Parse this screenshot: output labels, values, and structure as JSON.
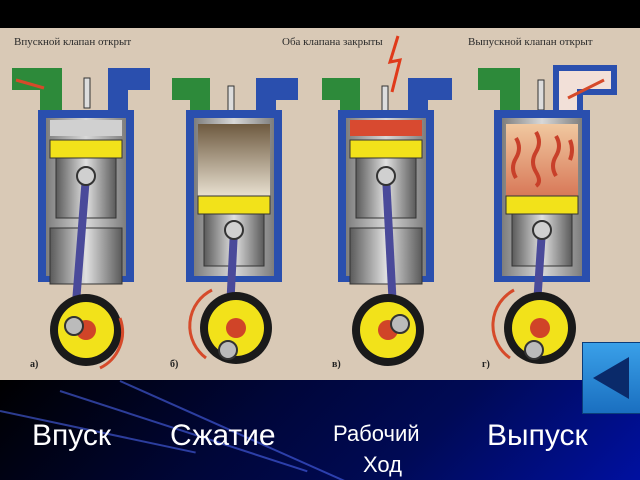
{
  "headers": {
    "intake_valve": "Впускной клапан открыт",
    "both_valves": "Оба клапана закрыты",
    "exhaust_valve": "Выпускной клапан открыт"
  },
  "sublabels": [
    "а)",
    "б)",
    "в)",
    "г)"
  ],
  "strokes": {
    "intake": "Впуск",
    "compression": "Сжатие",
    "power_line1": "Рабочий",
    "power_line2": "Ход",
    "exhaust": "Выпуск"
  },
  "nav": {
    "back_icon": "triangle-left-icon"
  },
  "colors": {
    "figure_bg": "#d9c9b6",
    "cylinder_blue": "#2a4fae",
    "intake_green": "#2d8a3a",
    "exhaust_blue": "#4a8ed0",
    "piston_yellow": "#f2e21a",
    "rod_purple": "#4a4a9a",
    "flame_red": "#c8402a"
  }
}
